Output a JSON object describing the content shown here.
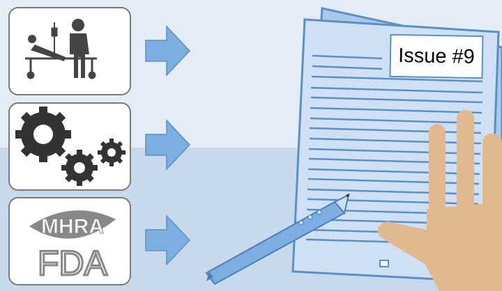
{
  "panels": [
    {
      "name": "patient-care",
      "icon": "patient-bed-icon"
    },
    {
      "name": "processes",
      "icon": "gears-icon"
    },
    {
      "name": "regulators",
      "icon": "regulator-logo",
      "logo_text": [
        "MHRA",
        "FDA"
      ]
    }
  ],
  "document": {
    "label": "Issue #9"
  },
  "colors": {
    "accent": "#5b8fc7",
    "paper": "#cfe0f5",
    "skin": "#e0b98f",
    "arrow": "#7eaee0"
  }
}
